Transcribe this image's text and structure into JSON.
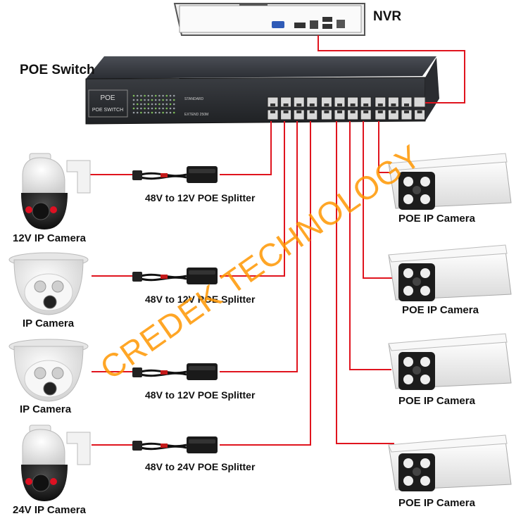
{
  "nvr": {
    "label": "NVR"
  },
  "switch": {
    "label": "POE Switch",
    "face_title": "POE",
    "face_subtitle": "POE SWITCH",
    "panel_text_1": "STANDARD",
    "panel_text_2": "EXTEND 250M"
  },
  "splitters": [
    {
      "label": "48V to 12V POE Splitter"
    },
    {
      "label": "48V to 12V POE Splitter"
    },
    {
      "label": "48V to 12V POE Splitter"
    },
    {
      "label": "48V to 24V POE Splitter"
    }
  ],
  "left_cameras": [
    {
      "label": "12V IP Camera"
    },
    {
      "label": "IP Camera"
    },
    {
      "label": "IP Camera"
    },
    {
      "label": "24V IP Camera"
    }
  ],
  "right_cameras": [
    {
      "label": "POE IP Camera"
    },
    {
      "label": "POE IP Camera"
    },
    {
      "label": "POE IP Camera"
    },
    {
      "label": "POE IP Camera"
    }
  ],
  "watermark": "CREDEK TECHNOLOGY",
  "colors": {
    "cable": "#e0141e",
    "watermark": "#ff9600",
    "device_dark": "#2a2d32",
    "camera_body": "#f4f4f4"
  }
}
